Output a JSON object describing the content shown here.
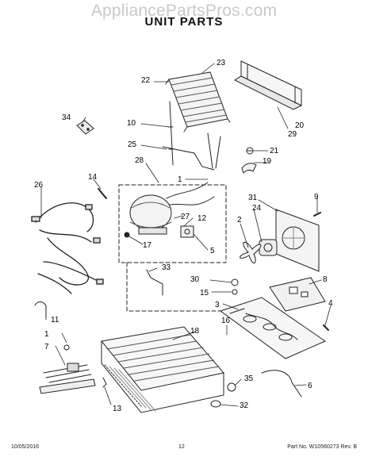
{
  "watermark": "AppliancePartsPros.com",
  "title": "UNIT PARTS",
  "callouts": [
    "1",
    "1",
    "2",
    "3",
    "4",
    "5",
    "6",
    "7",
    "8",
    "9",
    "10",
    "11",
    "12",
    "13",
    "14",
    "15",
    "16",
    "17",
    "18",
    "19",
    "20",
    "21",
    "22",
    "23",
    "24",
    "25",
    "26",
    "27",
    "28",
    "29",
    "30",
    "31",
    "32",
    "33",
    "34",
    "35"
  ],
  "footer": {
    "date": "10/05/2016",
    "page": "12",
    "part": "Part No. W10560273  Rev. B"
  }
}
